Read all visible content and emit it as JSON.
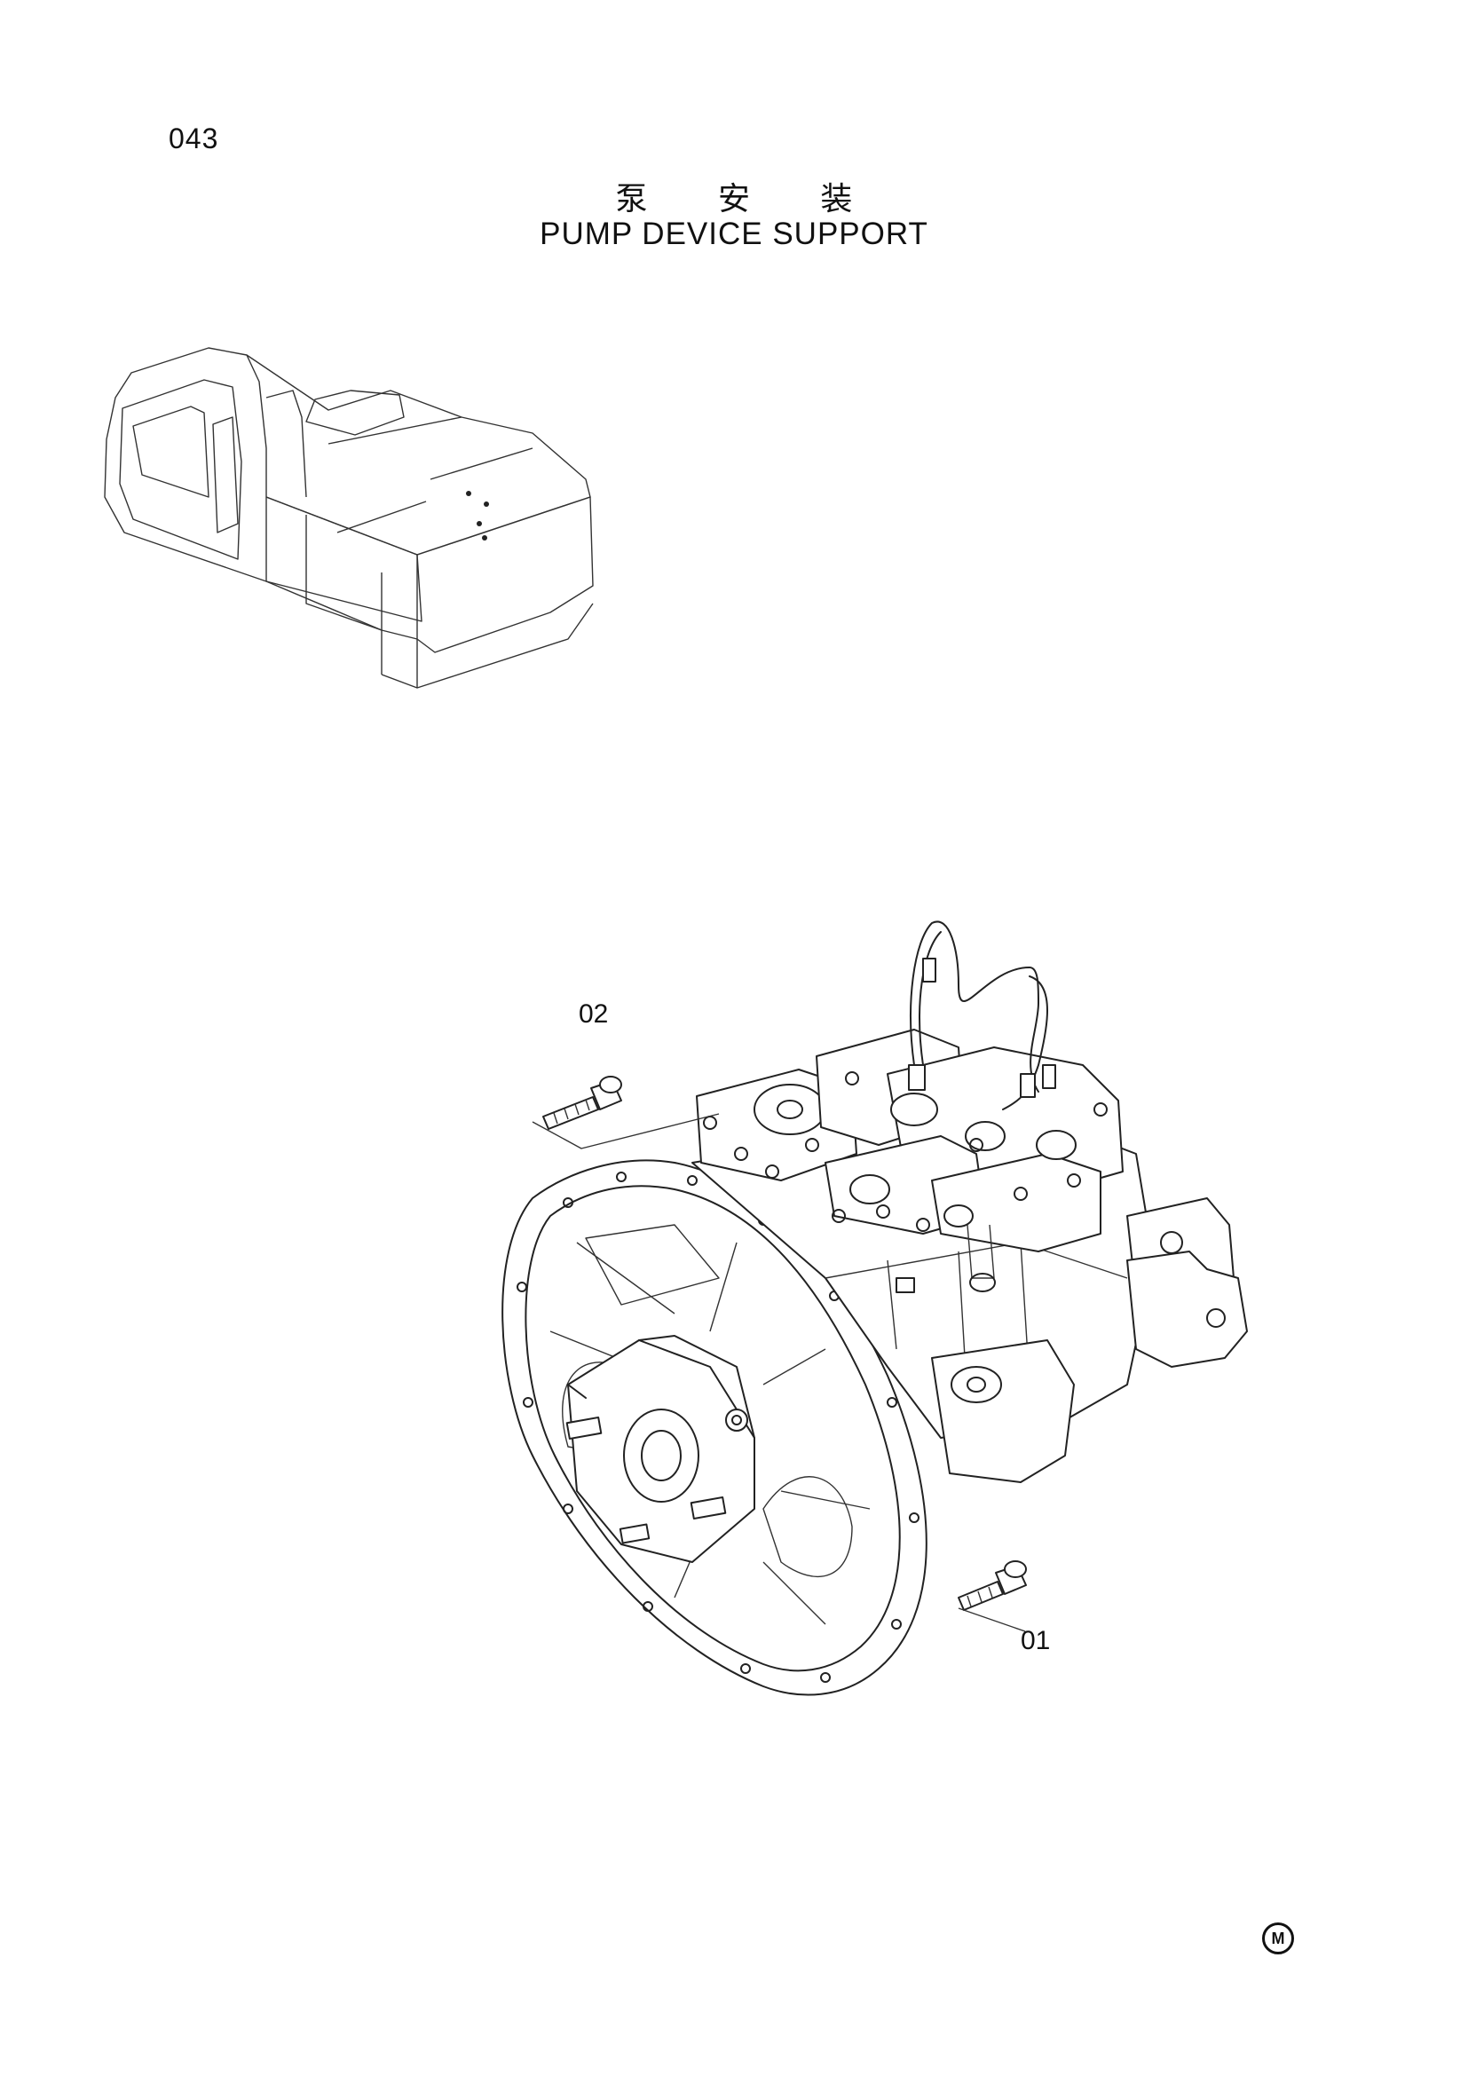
{
  "page": {
    "number": "043",
    "title_zh": "泵 安 装",
    "title_en": "PUMP DEVICE SUPPORT"
  },
  "callouts": [
    {
      "id": "02",
      "label": "02"
    },
    {
      "id": "01",
      "label": "01"
    }
  ],
  "icons": {
    "key_view": "excavator-location-key-icon",
    "assembly": "pump-device-assembly-illustration",
    "bolts": "flange-bolt-icon",
    "corner_mark": "m-circle-mark"
  },
  "corner_mark": "M"
}
